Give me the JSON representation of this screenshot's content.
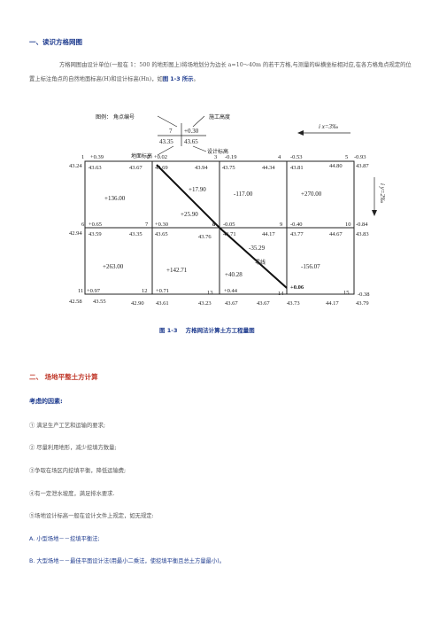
{
  "section1": {
    "title": "一、读识方格网图",
    "paragraph": "方格网图由设计单位(一般在 1：500 的地形图上)将场地划分为边长 a=10～40m 的若干方格,与测量的纵横坐标相对应,在各方格角点规定的位置上标注角点的自然地面标高(H)和设计标高(Hn)，如",
    "paragraph_ref": "图 1-3 所示",
    "paragraph_end": "。"
  },
  "diagram": {
    "legend": {
      "corner_no": "角点编号",
      "construction_height": "施工高度",
      "ground_elev": "地面标高",
      "design_elev": "设计标高",
      "sample_no": "7",
      "sample_h": "+0.30",
      "sample_ground": "43.35",
      "sample_design": "43.65",
      "prefix": "图例："
    },
    "slope_x": "i x=3‰",
    "slope_y": "i y=2‰",
    "zero_line": "零线",
    "corners": [
      {
        "no": "1",
        "h": "+0.39",
        "ground": "43.24",
        "design": "43.63"
      },
      {
        "no": "2",
        "h": "+0.02",
        "ground": "43.67",
        "design": "43.69"
      },
      {
        "no": "3",
        "h": "-0.19",
        "ground": "43.94",
        "design": "43.75"
      },
      {
        "no": "4",
        "h": "-0.53",
        "ground": "44.34",
        "design": "43.81"
      },
      {
        "no": "5",
        "h": "-0.93",
        "ground": "44.80",
        "design": "43.87"
      },
      {
        "no": "6",
        "h": "+0.65",
        "ground": "42.94",
        "design": "43.59"
      },
      {
        "no": "7",
        "h": "+0.30",
        "ground": "43.35",
        "design": "43.65"
      },
      {
        "no": "8",
        "h": "-0.05",
        "ground": "43.76",
        "design": "43.71"
      },
      {
        "no": "9",
        "h": "-0.40",
        "ground": "44.17",
        "design": "43.77"
      },
      {
        "no": "10",
        "h": "-0.84",
        "ground": "44.67",
        "design": "43.83"
      },
      {
        "no": "11",
        "h": "+0.97",
        "ground": "42.58",
        "design": "43.55"
      },
      {
        "no": "12",
        "h": "+0.71",
        "ground": "42.90",
        "design": "43.61"
      },
      {
        "no": "13",
        "h": "+0.44",
        "ground": "43.23",
        "design": "43.67"
      },
      {
        "no": "14",
        "h": "+0.06",
        "ground": "43.67",
        "design": "43.73"
      },
      {
        "no": "15",
        "h": "-0.38",
        "ground": "44.17",
        "design": "43.79"
      }
    ],
    "volumes": [
      "+136.00",
      "+17.90",
      "-117.00",
      "+270.00",
      "+25.90",
      "+263.00",
      "+142.71",
      "-35.29",
      "+40.28",
      "-156.07"
    ]
  },
  "caption": {
    "label": "图 1-3",
    "text": "方格网法计算土方工程量图"
  },
  "section2": {
    "title": "二、 场地平整土方计算",
    "factors_title": "考虑的因素:",
    "items": [
      "① 满足生产工艺和运输的要求;",
      "② 尽量利用地形，减少挖填方数量;",
      "③争取在场区内挖填平衡，降低运输费;",
      "④有一定泄水坡度，满足排水要求.",
      "⑤场地设计标高一般在设计文件上规定，如无规定:"
    ],
    "subitems": [
      "A. 小型场地－－挖填平衡法;",
      "B. 大型场地－－最佳平面设计法(用最小二乘法，使挖填平衡且总土方量最小)。"
    ]
  }
}
